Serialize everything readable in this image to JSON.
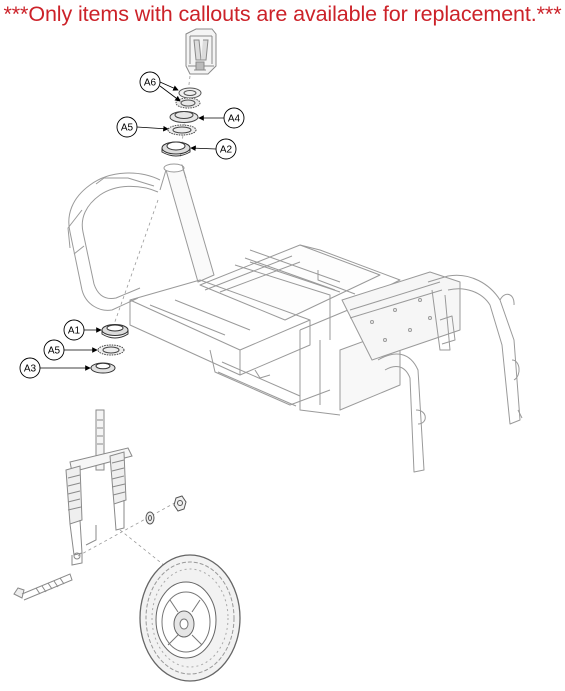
{
  "notice": "***Only items with callouts are available for replacement.***",
  "colors": {
    "notice_text": "#cc2229",
    "part_outline": "#9a9a9a",
    "callout_line": "#000000"
  },
  "callouts": {
    "a6": "A6",
    "a4": "A4",
    "a5_top": "A5",
    "a2": "A2",
    "a1": "A1",
    "a5_bottom": "A5",
    "a3": "A3"
  }
}
